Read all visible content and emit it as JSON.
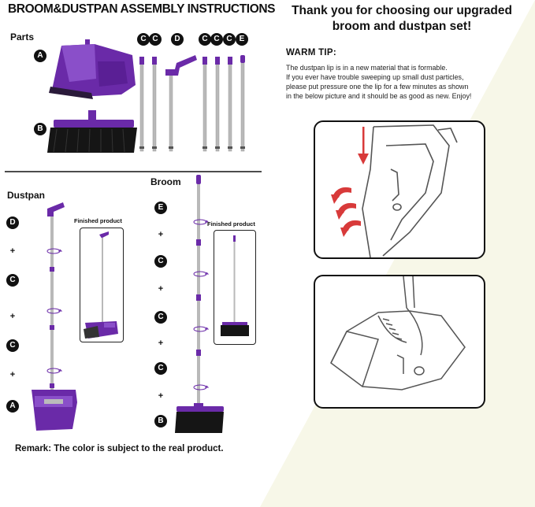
{
  "title": "BROOM&DUSTPAN ASSEMBLY INSTRUCTIONS",
  "thanks": {
    "line1": "Thank you for choosing our upgraded",
    "line2": "broom and dustpan set!"
  },
  "parts": {
    "label": "Parts",
    "rows": [
      {
        "letter": "A"
      },
      {
        "letter": "B"
      }
    ],
    "pole_letters": [
      "C",
      "C",
      "D",
      "C",
      "C",
      "C",
      "E"
    ]
  },
  "dustpan": {
    "label": "Dustpan",
    "steps": [
      "D",
      "C",
      "C",
      "A"
    ],
    "plus": "+",
    "finished_label": "Finished product"
  },
  "broom": {
    "label": "Broom",
    "steps": [
      "E",
      "C",
      "C",
      "C",
      "B"
    ],
    "plus": "+",
    "finished_label": "Finished product"
  },
  "tip": {
    "heading": "WARM TIP:",
    "lines": [
      "The dustpan lip is in a new material that is formable.",
      "If you ever have trouble sweeping up small dust particles,",
      "please put pressure one the lip for a few minutes as shown",
      "in the below picture and it should be as good as new. Enjoy!"
    ]
  },
  "remark": "Remark: The color is subject to the real product.",
  "colors": {
    "purple": "#6a2aa8",
    "purple_light": "#8a4fc9",
    "silver": "#b9b9b9",
    "arrow_red": "#d83a3a",
    "cream": "#f7f7e8"
  }
}
